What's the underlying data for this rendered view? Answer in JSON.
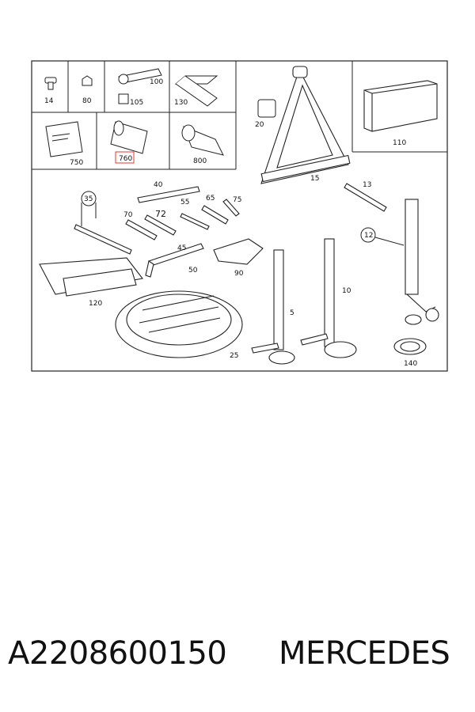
{
  "callouts": {
    "c14": "14",
    "c80": "80",
    "c100": "100",
    "c105": "105",
    "c130": "130",
    "c750": "750",
    "c760": "760",
    "c800": "800",
    "c20": "20",
    "c15": "15",
    "c110": "110",
    "c40": "40",
    "c55": "55",
    "c65": "65",
    "c75": "75",
    "c35": "35",
    "c70": "70",
    "c72": "72",
    "c13": "13",
    "c12": "12",
    "c45": "45",
    "c90": "90",
    "c50": "50",
    "c120": "120",
    "c5": "5",
    "c10": "10",
    "c25": "25",
    "c140": "140"
  },
  "highlight_color": "#e53935",
  "footer": {
    "part_number": "A2208600150",
    "brand": "MERCEDES"
  }
}
